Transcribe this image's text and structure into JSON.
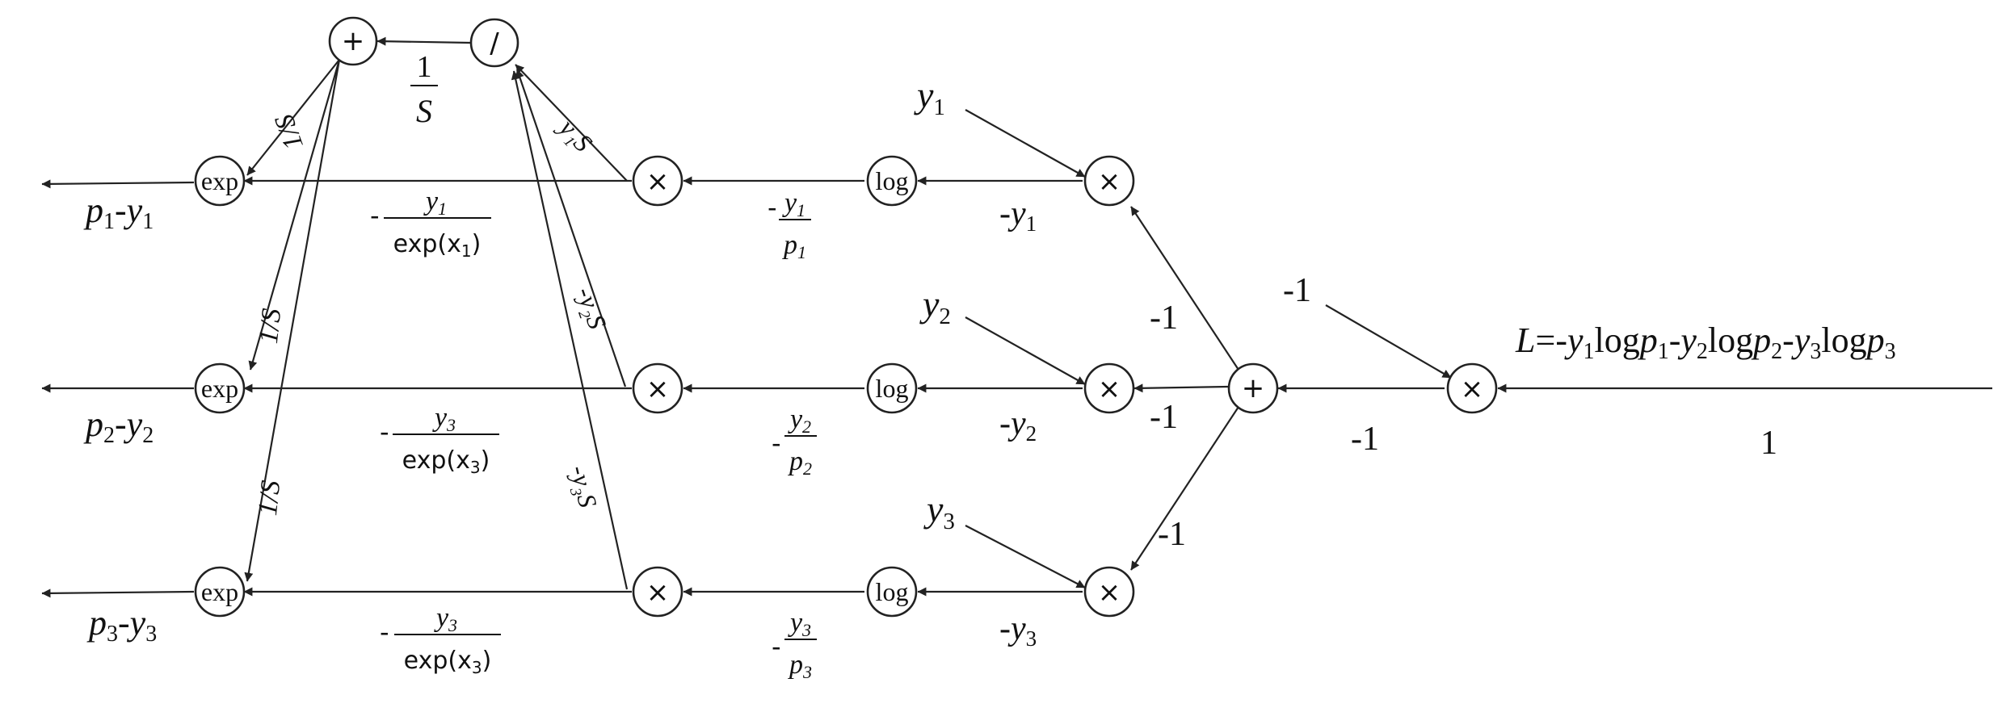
{
  "colors": {
    "ink": "#222222",
    "background": "#ffffff"
  },
  "nodes": {
    "plus_top": "+",
    "divide": "/",
    "exp": "exp",
    "times": "×",
    "log": "log",
    "plus_right": "+"
  },
  "labels": {
    "one_over_S": {
      "num": "1",
      "den": "S"
    },
    "out1": {
      "p": "p",
      "ps": "1",
      "minus": "-",
      "y": "y",
      "ys": "1"
    },
    "out2": {
      "p": "p",
      "ps": "2",
      "minus": "-",
      "y": "y",
      "ys": "2"
    },
    "out3": {
      "p": "p",
      "ps": "3",
      "minus": "-",
      "y": "y",
      "ys": "3"
    },
    "frac_x1": {
      "minus": "-",
      "num": "y",
      "num_sub": "1",
      "den": "exp(x",
      "den_sub": "1",
      "den_end": ")"
    },
    "frac_x2": {
      "minus": "-",
      "num": "y",
      "num_sub": "3",
      "den": "exp(x",
      "den_sub": "3",
      "den_end": ")"
    },
    "frac_x3": {
      "minus": "-",
      "num": "y",
      "num_sub": "3",
      "den": "exp(x",
      "den_sub": "3",
      "den_end": ")"
    },
    "frac_p1": {
      "minus": "-",
      "num": "y",
      "num_sub": "1",
      "den": "p",
      "den_sub": "1"
    },
    "frac_p2": {
      "minus": "-",
      "num": "y",
      "num_sub": "2",
      "den": "p",
      "den_sub": "2"
    },
    "frac_p3": {
      "minus": "-",
      "num": "y",
      "num_sub": "3",
      "den": "p",
      "den_sub": "3"
    },
    "neg_y1": {
      "minus": "-",
      "y": "y",
      "sub": "1"
    },
    "neg_y2": {
      "minus": "-",
      "y": "y",
      "sub": "2"
    },
    "neg_y3": {
      "minus": "-",
      "y": "y",
      "sub": "3"
    },
    "y1": {
      "y": "y",
      "sub": "1"
    },
    "y2": {
      "y": "y",
      "sub": "2"
    },
    "y3": {
      "y": "y",
      "sub": "3"
    },
    "slant_1S_a": "1/S",
    "slant_1S_b": "1/S",
    "slant_1S_c": "1/S",
    "slant_y1S": "y₁S",
    "slant_y2S": "-y₂S",
    "slant_y3S": "-y₃S",
    "minus_one_top": "-1",
    "minus_one_mid": "-1",
    "minus_one_low": "-1",
    "minus_one_input": "-1",
    "minus_one_edge": "-1",
    "one": "1",
    "loss": {
      "L": "L",
      "eq": "=",
      "t1m": "-",
      "t1y": "y",
      "t1ys": "1",
      "t1log": "log",
      "t1p": "p",
      "t1ps": "1",
      "t2m": "-",
      "t2y": "y",
      "t2ys": "2",
      "t2log": "log",
      "t2p": "p",
      "t2ps": "2",
      "t3m": "-",
      "t3y": "y",
      "t3ys": "3",
      "t3log": "log",
      "t3p": "p",
      "t3ps": "3"
    }
  }
}
